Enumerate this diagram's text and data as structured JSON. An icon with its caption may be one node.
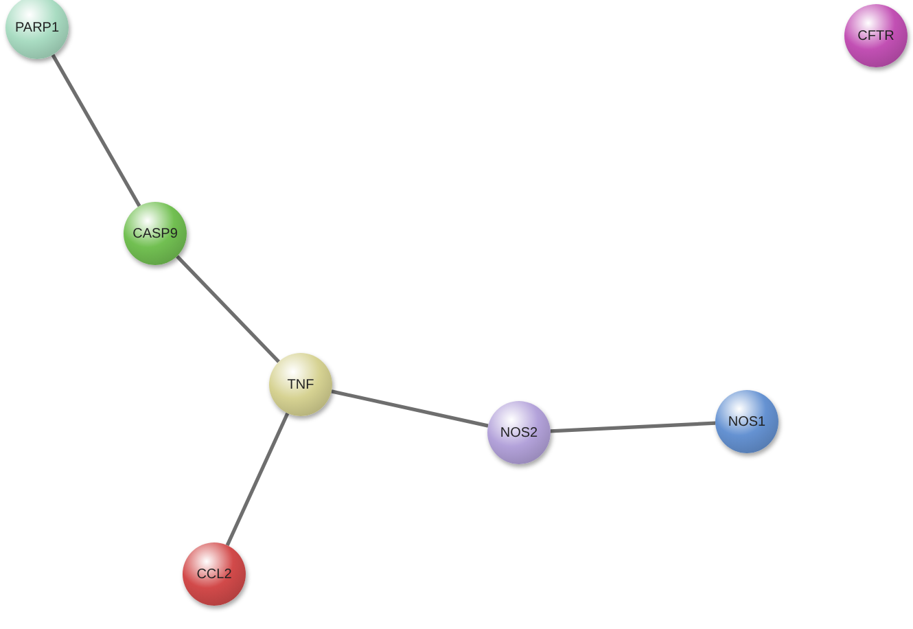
{
  "diagram": {
    "nodes": [
      {
        "text": [
          "PARP1"
        ]
      },
      {
        "text": [
          "CFTR"
        ]
      },
      {
        "text": [
          "CASP9"
        ]
      },
      {
        "text": [
          "TNF"
        ]
      },
      {
        "text": [
          "NOS2"
        ]
      },
      {
        "text": [
          "NOS1"
        ]
      },
      {
        "text": [
          "CCL2"
        ]
      }
    ],
    "edges": [
      {
        "from": 0,
        "to": 2,
        "arrow": "none"
      },
      {
        "from": 2,
        "to": 3,
        "arrow": "none"
      },
      {
        "from": 3,
        "to": 4,
        "arrow": "none"
      },
      {
        "from": 4,
        "to": 5,
        "arrow": "none"
      },
      {
        "from": 3,
        "to": 6,
        "arrow": "none"
      }
    ]
  }
}
